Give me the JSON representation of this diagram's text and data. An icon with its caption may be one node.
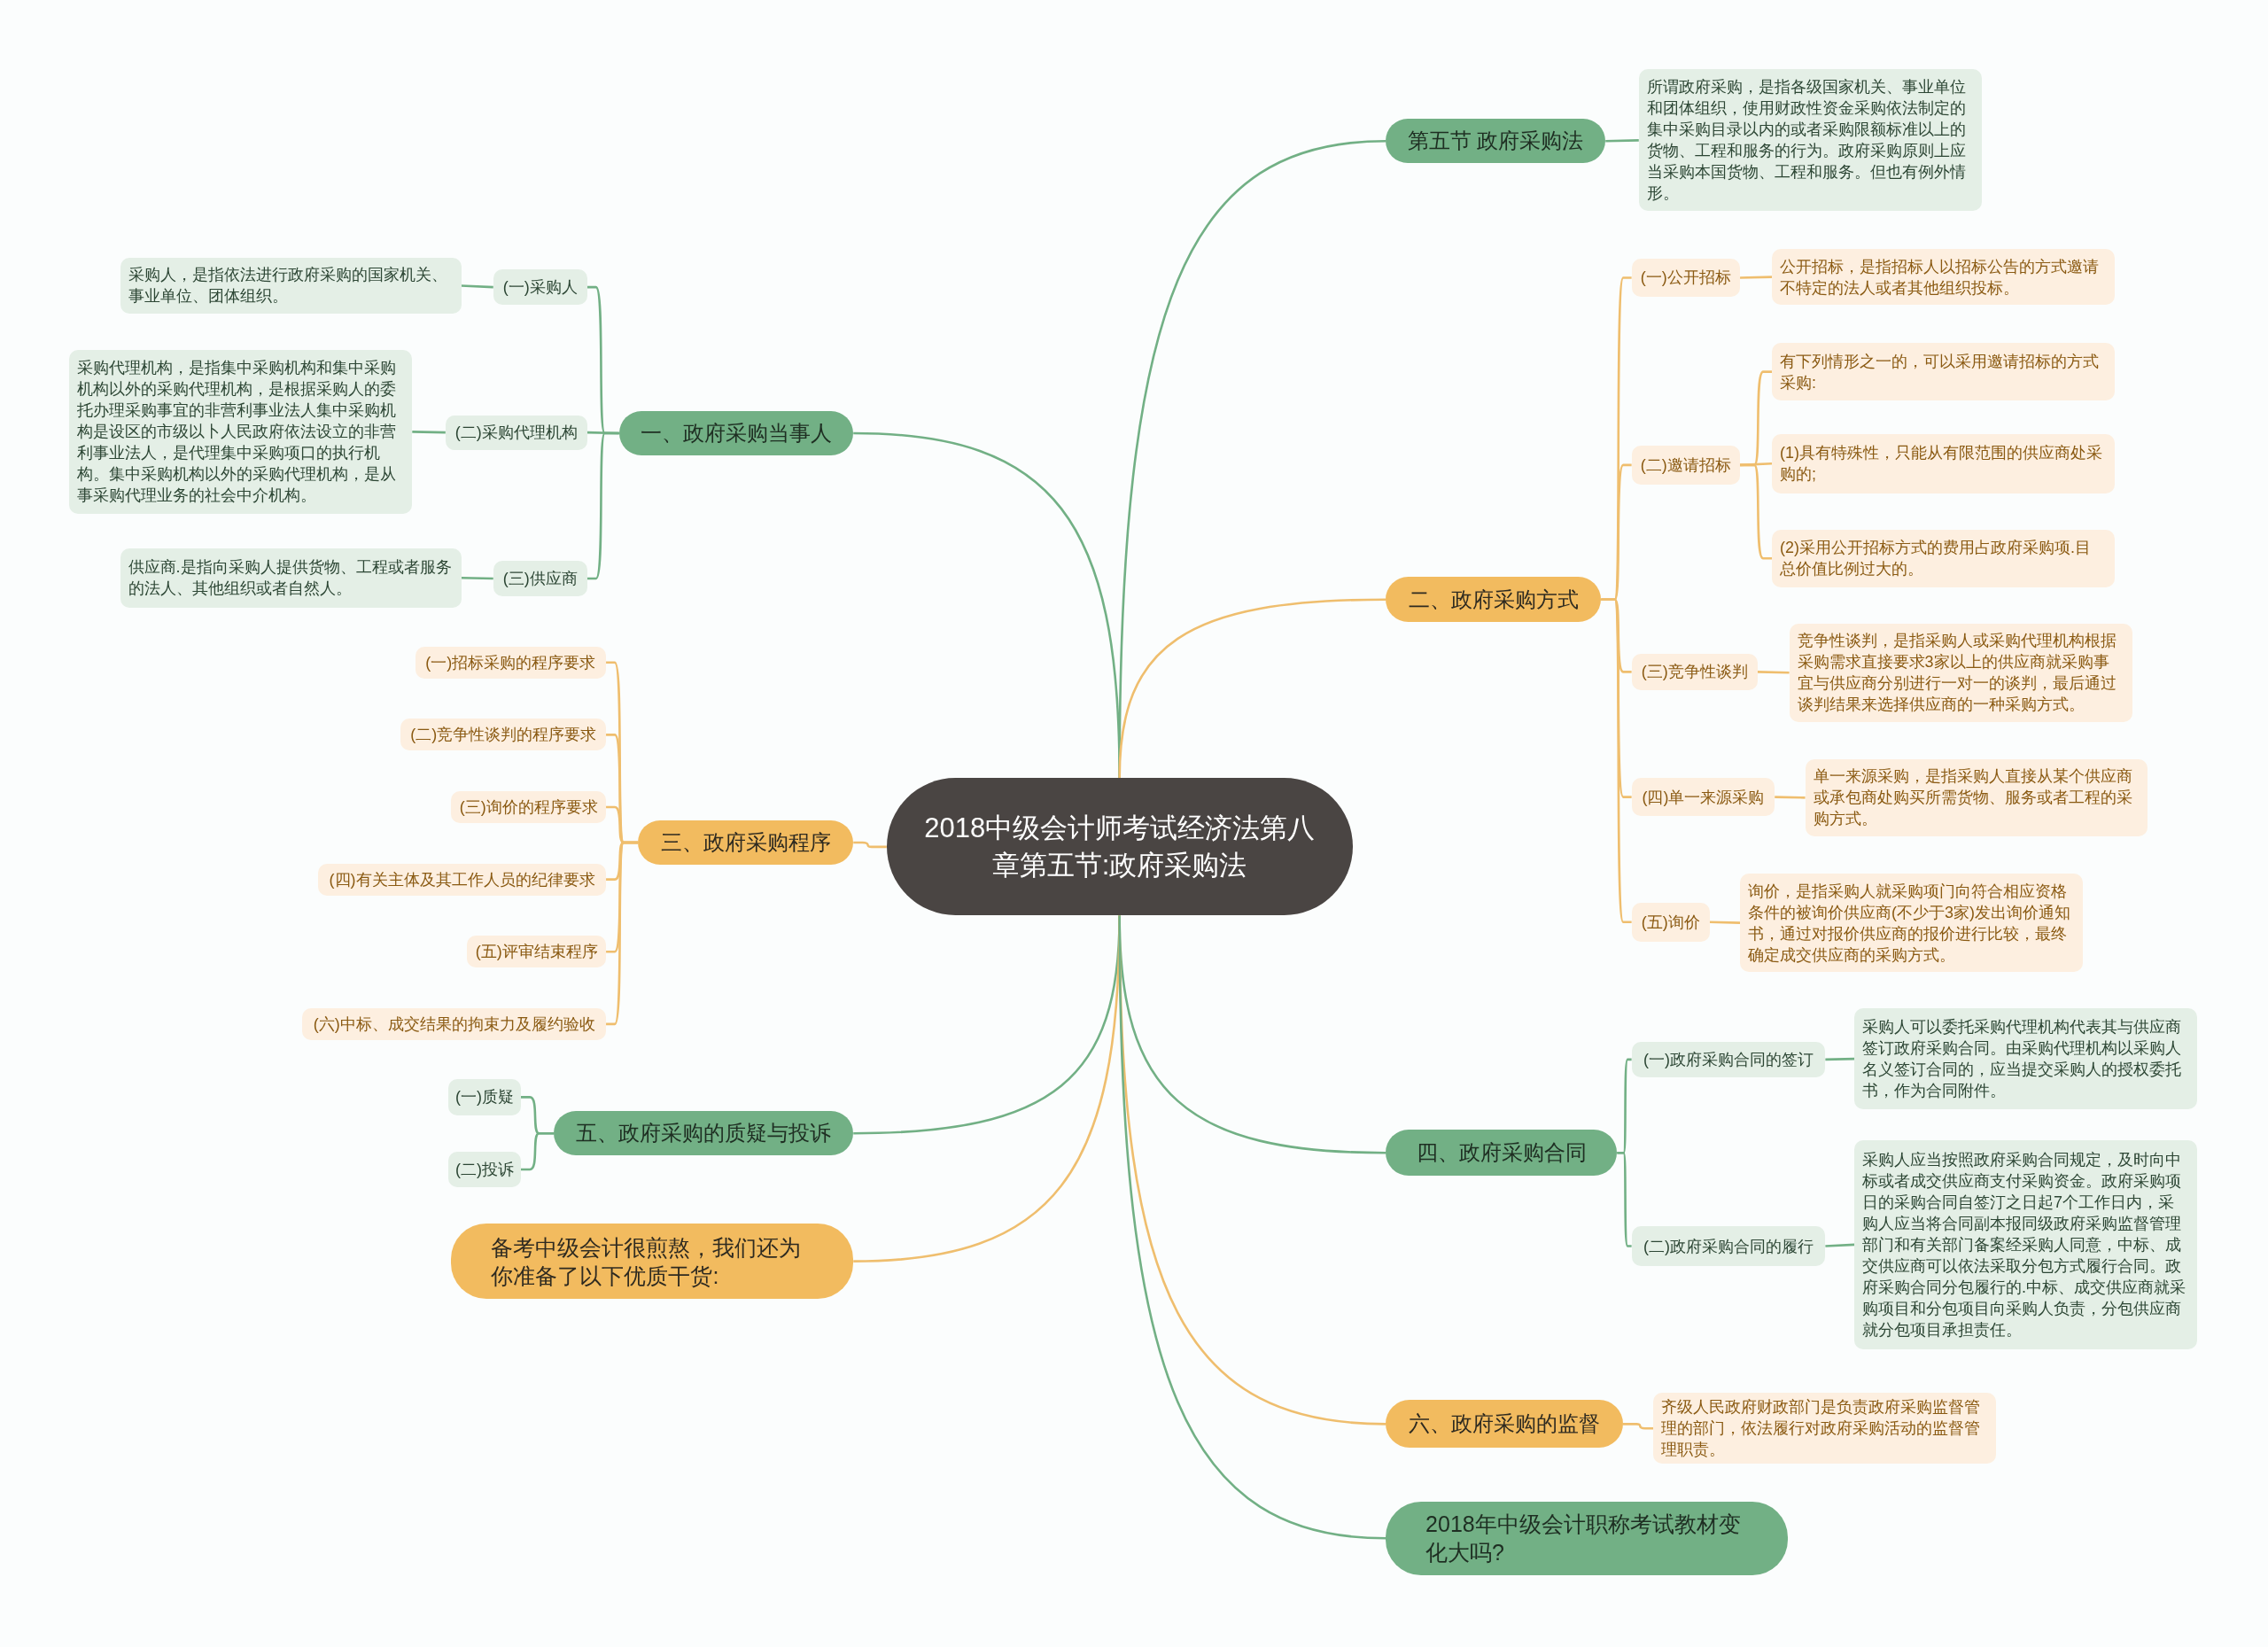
{
  "diagram": {
    "nodes": [
      {
        "text": [
          "2018中级会计师考试经济法第八章第五节:政府采购法"
        ]
      },
      {
        "text": [
          "一、政府采购当事人"
        ]
      },
      {
        "text": [
          "(一)采购人"
        ]
      },
      {
        "text": [
          "采购人，是指依法进行政府采购的国家机关、事业单位、团体组织。"
        ]
      },
      {
        "text": [
          "(二)采购代理机构"
        ]
      },
      {
        "text": [
          "采购代理机构，是指集中采购机构和集中采购机构以外的采购代理机构，是根据采购人的委托办理采购事宜的非营利事业法人集中采购机构是设区的市级以卜人民政府依法设立的非营利事业法人，是代理集中采购项口的执行机构。集中采购机构以外的采购代理机构，是从事采购代理业务的社会中介机构。"
        ]
      },
      {
        "text": [
          "(三)供应商"
        ]
      },
      {
        "text": [
          "供应商.是指向采购人提供货物、工程或者服务的法人、其他组织或者自然人。"
        ]
      },
      {
        "text": [
          "三、政府采购程序"
        ]
      },
      {
        "text": [
          "(一)招标采购的程序要求"
        ]
      },
      {
        "text": [
          "(二)竞争性谈判的程序要求"
        ]
      },
      {
        "text": [
          "(三)询价的程序要求"
        ]
      },
      {
        "text": [
          "(四)有关主体及其工作人员的纪律要求"
        ]
      },
      {
        "text": [
          "(五)评审结束程序"
        ]
      },
      {
        "text": [
          "(六)中标、成交结果的拘束力及履约验收"
        ]
      },
      {
        "text": [
          "五、政府采购的质疑与投诉"
        ]
      },
      {
        "text": [
          "(一)质疑"
        ]
      },
      {
        "text": [
          "(二)投诉"
        ]
      },
      {
        "text": [
          "备考中级会计很煎熬，我们还为你准备了以下优质干货:"
        ]
      },
      {
        "text": [
          "第五节 政府采购法"
        ]
      },
      {
        "text": [
          "所谓政府采购，是指各级国家机关、事业单位和团体组织，使用财政性资金采购依法制定的集中采购目录以内的或者采购限额标准以上的货物、工程和服务的行为。政府采购原则上应当采购本国货物、工程和服务。但也有例外情形。"
        ]
      },
      {
        "text": [
          "二、政府采购方式"
        ]
      },
      {
        "text": [
          "(一)公开招标"
        ]
      },
      {
        "text": [
          "公开招标，是指招标人以招标公告的方式邀请不特定的法人或者其他组织投标。"
        ]
      },
      {
        "text": [
          "(二)邀请招标"
        ]
      },
      {
        "text": [
          "有下列情形之一的，可以采用邀请招标的方式采购:"
        ]
      },
      {
        "text": [
          "(1)具有特殊性，只能从有限范围的供应商处采购的;"
        ]
      },
      {
        "text": [
          "(2)采用公开招标方式的费用占政府采购项.目总价值比例过大的。"
        ]
      },
      {
        "text": [
          "(三)竞争性谈判"
        ]
      },
      {
        "text": [
          "竞争性谈判，是指采购人或采购代理机构根据采购需求直接要求3家以上的供应商就采购事宜与供应商分别进行一对一的谈判，最后通过谈判结果来选择供应商的一种采购方式。"
        ]
      },
      {
        "text": [
          "(四)单一来源采购"
        ]
      },
      {
        "text": [
          "单一来源采购，是指采购人直接从某个供应商或承包商处购买所需货物、服务或者工程的采购方式。"
        ]
      },
      {
        "text": [
          "(五)询价"
        ]
      },
      {
        "text": [
          "询价，是指采购人就采购项门向符合相应资格条件的被询价供应商(不少于3家)发出询价通知书，通过对报价供应商的报价进行比较，最终确定成交供应商的采购方式。"
        ]
      },
      {
        "text": [
          "四、政府采购合同"
        ]
      },
      {
        "text": [
          "(一)政府采购合同的签订"
        ]
      },
      {
        "text": [
          "采购人可以委托采购代理机构代表其与供应商签订政府采购合同。由采购代理机构以采购人名义签订合同的，应当提交采购人的授权委托书，作为合同附件。"
        ]
      },
      {
        "text": [
          "(二)政府采购合同的履行"
        ]
      },
      {
        "text": [
          "采购人应当按照政府采购合同规定，及时向中标或者成交供应商支付采购资金。政府采购项日的采购合同自签汀之日起7个工作日内，采购人应当将合同副本报同级政府采购监督管理部门和有关部门备案经采购人同意，中标、成交供应商可以依法采取分包方式履行合同。政府采购合同分包履行的.中标、成交供应商就采购项目和分包项目向采购人负责，分包供应商就分包项目承担责任。"
        ]
      },
      {
        "text": [
          "六、政府采购的监督"
        ]
      },
      {
        "text": [
          "齐级人民政府财政部门是负责政府采购监督管理的部门，依法履行对政府采购活动的监督管理职责。"
        ]
      },
      {
        "text": [
          "2018年中级会计职称考试教材变化大吗?"
        ]
      }
    ],
    "edges": [
      {
        "from": 0,
        "to": 1,
        "arrow": "none",
        "color": "#72b085"
      },
      {
        "from": 1,
        "to": 2,
        "arrow": "none",
        "color": "#72b085"
      },
      {
        "from": 2,
        "to": 3,
        "arrow": "none",
        "color": "#72b085"
      },
      {
        "from": 1,
        "to": 4,
        "arrow": "none",
        "color": "#72b085"
      },
      {
        "from": 4,
        "to": 5,
        "arrow": "none",
        "color": "#72b085"
      },
      {
        "from": 1,
        "to": 6,
        "arrow": "none",
        "color": "#72b085"
      },
      {
        "from": 6,
        "to": 7,
        "arrow": "none",
        "color": "#72b085"
      },
      {
        "from": 0,
        "to": 8,
        "arrow": "none"
      },
      {
        "from": 8,
        "to": 9,
        "arrow": "none"
      },
      {
        "from": 8,
        "to": 10,
        "arrow": "none"
      },
      {
        "from": 8,
        "to": 11,
        "arrow": "none"
      },
      {
        "from": 8,
        "to": 12,
        "arrow": "none"
      },
      {
        "from": 8,
        "to": 13,
        "arrow": "none"
      },
      {
        "from": 8,
        "to": 14,
        "arrow": "none"
      },
      {
        "from": 0,
        "to": 15,
        "arrow": "none",
        "color": "#72b085"
      },
      {
        "from": 15,
        "to": 16,
        "arrow": "none",
        "color": "#72b085"
      },
      {
        "from": 15,
        "to": 17,
        "arrow": "none",
        "color": "#72b085"
      },
      {
        "from": 0,
        "to": 18,
        "arrow": "none"
      },
      {
        "from": 0,
        "to": 19,
        "arrow": "none",
        "color": "#72b085"
      },
      {
        "from": 19,
        "to": 20,
        "arrow": "none",
        "color": "#72b085"
      },
      {
        "from": 0,
        "to": 21,
        "arrow": "none"
      },
      {
        "from": 21,
        "to": 22,
        "arrow": "none"
      },
      {
        "from": 22,
        "to": 23,
        "arrow": "none"
      },
      {
        "from": 21,
        "to": 24,
        "arrow": "none"
      },
      {
        "from": 24,
        "to": 25,
        "arrow": "none"
      },
      {
        "from": 24,
        "to": 26,
        "arrow": "none"
      },
      {
        "from": 24,
        "to": 27,
        "arrow": "none"
      },
      {
        "from": 21,
        "to": 28,
        "arrow": "none"
      },
      {
        "from": 28,
        "to": 29,
        "arrow": "none"
      },
      {
        "from": 21,
        "to": 30,
        "arrow": "none"
      },
      {
        "from": 30,
        "to": 31,
        "arrow": "none"
      },
      {
        "from": 21,
        "to": 32,
        "arrow": "none"
      },
      {
        "from": 32,
        "to": 33,
        "arrow": "none"
      },
      {
        "from": 0,
        "to": 34,
        "arrow": "none",
        "color": "#72b085"
      },
      {
        "from": 34,
        "to": 35,
        "arrow": "none",
        "color": "#72b085"
      },
      {
        "from": 35,
        "to": 36,
        "arrow": "none",
        "color": "#72b085"
      },
      {
        "from": 34,
        "to": 37,
        "arrow": "none",
        "color": "#72b085"
      },
      {
        "from": 37,
        "to": 38,
        "arrow": "none",
        "color": "#72b085"
      },
      {
        "from": 0,
        "to": 39,
        "arrow": "none"
      },
      {
        "from": 39,
        "to": 40,
        "arrow": "none"
      },
      {
        "from": 0,
        "to": 41,
        "arrow": "none",
        "color": "#72b085"
      }
    ]
  }
}
